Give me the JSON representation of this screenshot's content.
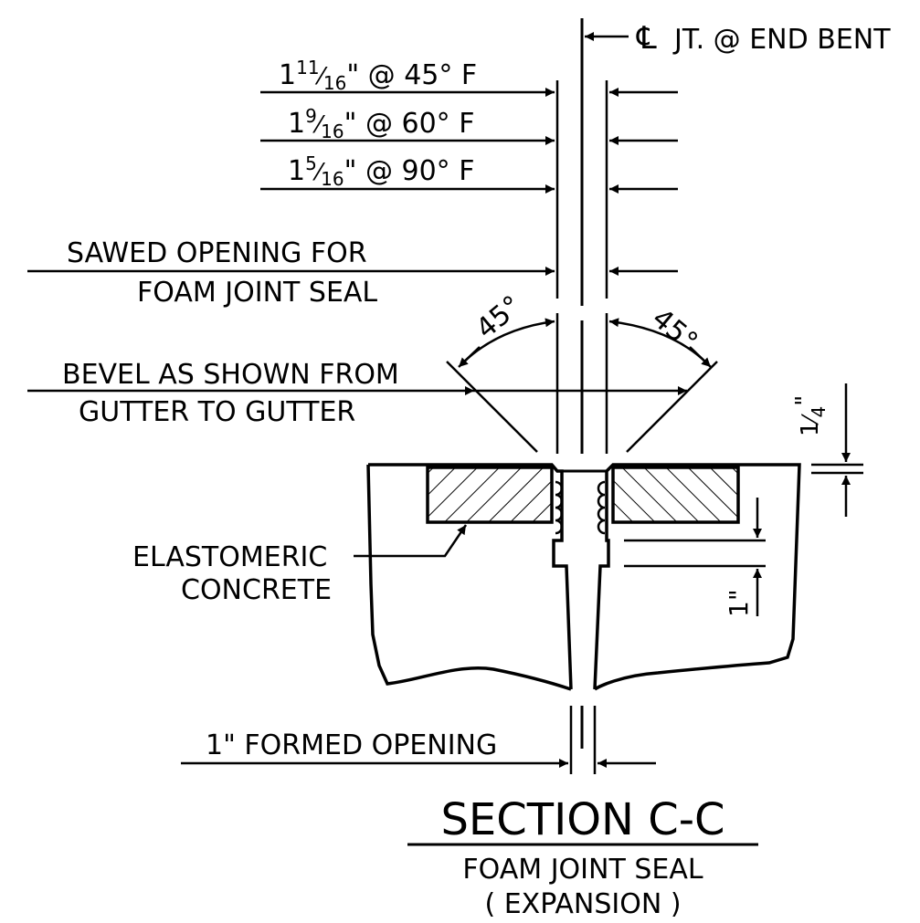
{
  "centerline": {
    "symbol": "℄",
    "text": "JT. @ END BENT"
  },
  "temperature_openings": [
    {
      "whole": "1",
      "num": "11",
      "den": "16",
      "rest": "\" @ 45° F"
    },
    {
      "whole": "1",
      "num": "9",
      "den": "16",
      "rest": "\" @ 60° F"
    },
    {
      "whole": "1",
      "num": "5",
      "den": "16",
      "rest": "\" @ 90° F"
    }
  ],
  "sawed_opening": {
    "line1": "SAWED OPENING FOR",
    "line2": "FOAM JOINT SEAL"
  },
  "bevel_angle_left": "45°",
  "bevel_angle_right": "45°",
  "bevel_note": {
    "line1": "BEVEL AS SHOWN FROM",
    "line2": "GUTTER TO GUTTER"
  },
  "quarter_dim": {
    "num": "1",
    "den": "4",
    "unit": "\""
  },
  "inch_dim": "1\"",
  "material_label": {
    "line1": "ELASTOMERIC",
    "line2": "CONCRETE"
  },
  "formed_opening": "1\" FORMED OPENING",
  "title": {
    "main": "SECTION C-C",
    "sub1": "FOAM JOINT SEAL",
    "sub2": "( EXPANSION )"
  }
}
